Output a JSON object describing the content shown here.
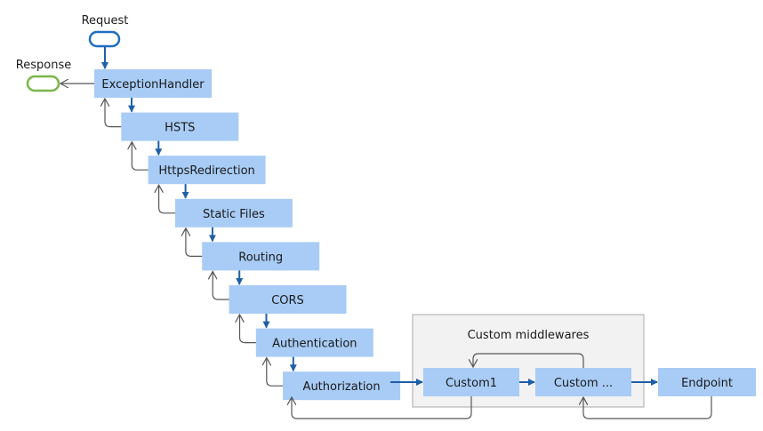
{
  "labels": {
    "request": "Request",
    "response": "Response",
    "custom_group": "Custom middlewares"
  },
  "pipeline": [
    "ExceptionHandler",
    "HSTS",
    "HttpsRedirection",
    "Static Files",
    "Routing",
    "CORS",
    "Authentication",
    "Authorization"
  ],
  "custom": {
    "first": "Custom1",
    "more": "Custom ...",
    "endpoint": "Endpoint"
  },
  "colors": {
    "box_fill": "#a8ccf5",
    "request_arrow": "#1f5fa8",
    "response_arrow": "#555555",
    "request_pill": "#1f6fbf",
    "response_pill": "#7ab648",
    "group_fill": "#f2f2f2",
    "group_stroke": "#aaaaaa"
  }
}
